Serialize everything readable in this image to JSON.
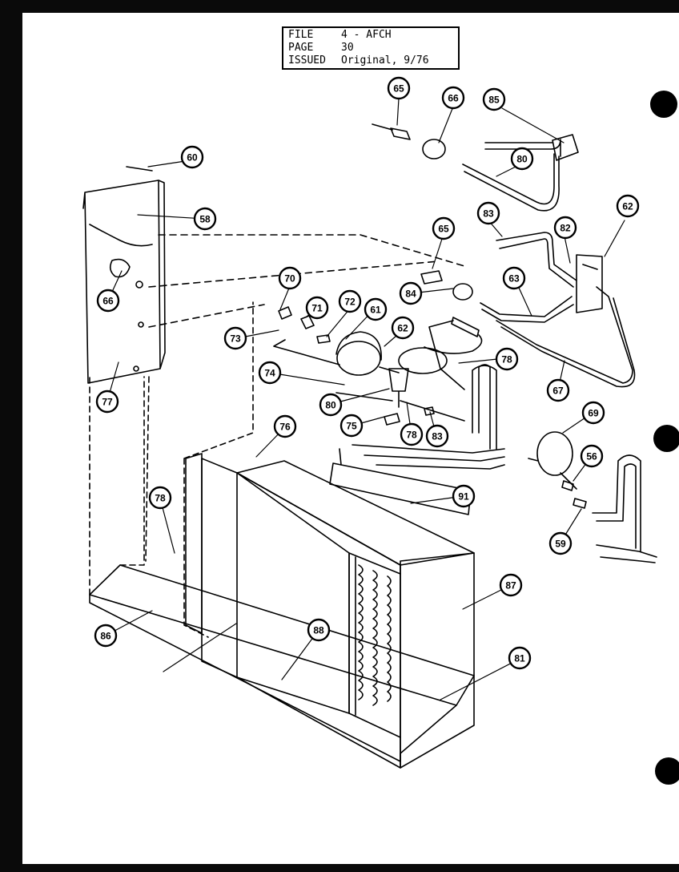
{
  "title_block": {
    "rows": [
      {
        "key": "FILE",
        "value": "4 - AFCH"
      },
      {
        "key": "PAGE",
        "value": "30"
      },
      {
        "key": "ISSUED",
        "value": "Original, 9/76"
      }
    ]
  },
  "callouts": [
    "65",
    "66",
    "85",
    "60",
    "80",
    "58",
    "83",
    "82",
    "65",
    "62",
    "70",
    "71",
    "72",
    "61",
    "66",
    "84",
    "63",
    "73",
    "62",
    "78",
    "74",
    "67",
    "80",
    "77",
    "75",
    "78",
    "83",
    "69",
    "76",
    "91",
    "56",
    "78",
    "59",
    "86",
    "87",
    "88",
    "81"
  ]
}
